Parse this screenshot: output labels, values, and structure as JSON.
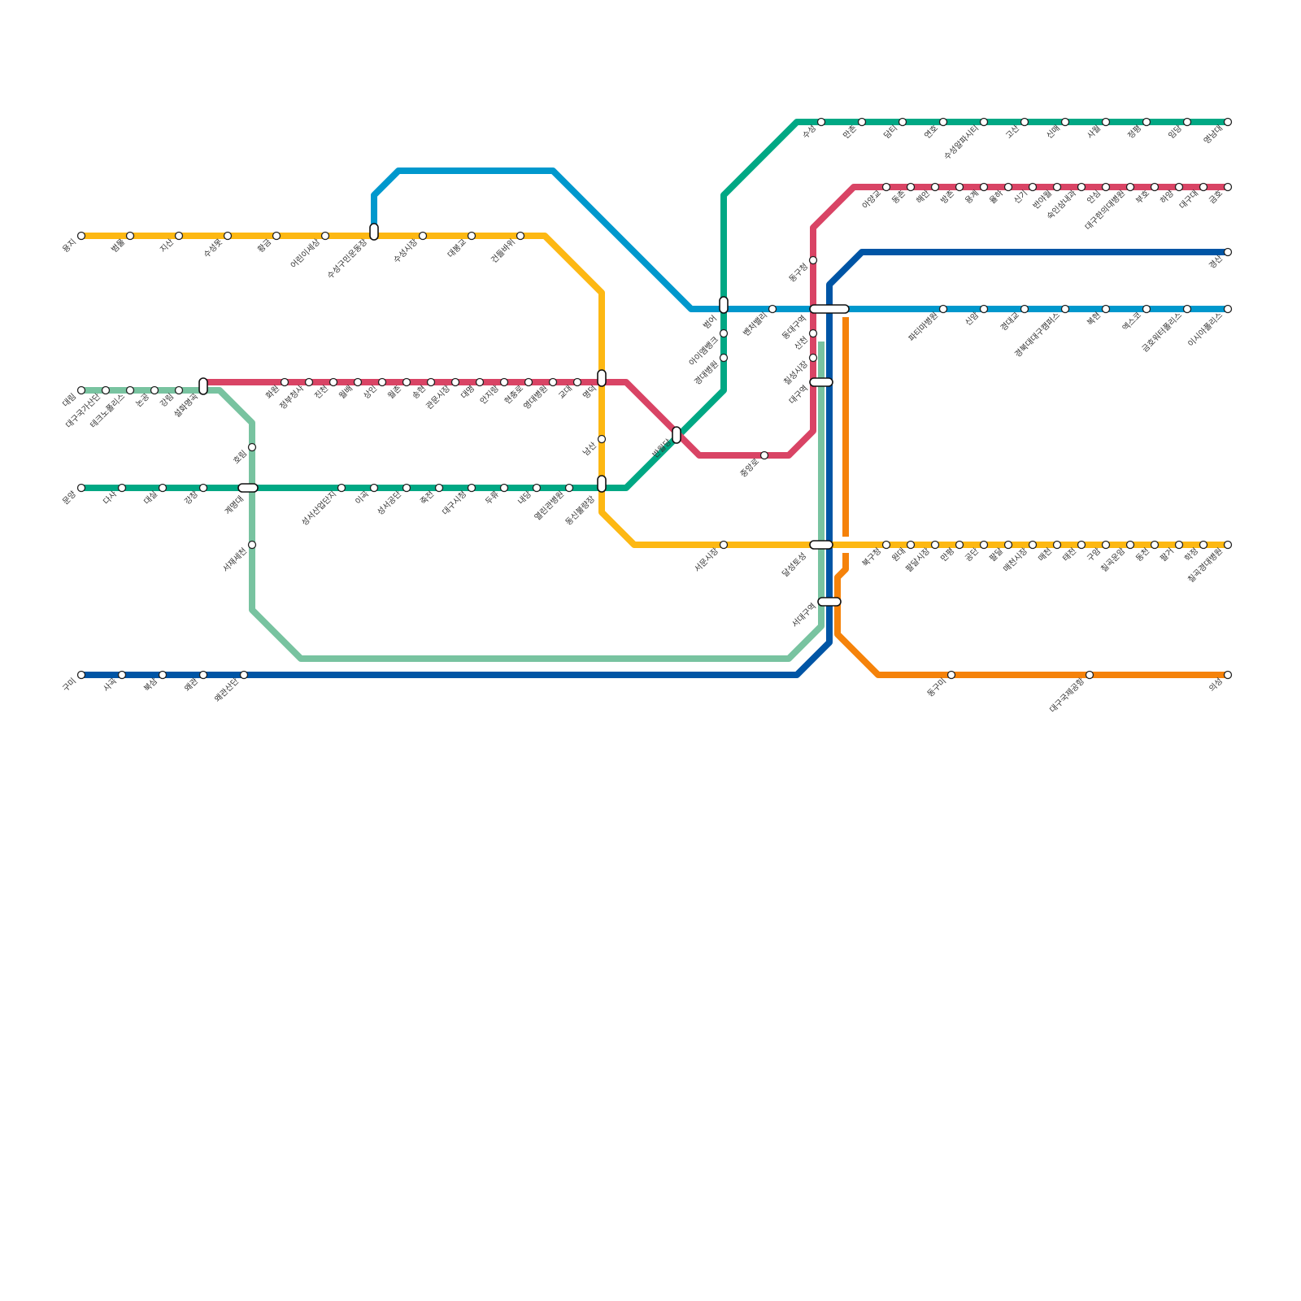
{
  "lines": [
    {
      "id": "line-1",
      "color": "#0055A5"
    },
    {
      "id": "line-2",
      "color": "#00A884"
    },
    {
      "id": "line-3",
      "color": "#FDB813"
    },
    {
      "id": "line-4",
      "color": "#D94465"
    },
    {
      "id": "line-5",
      "color": "#0098CD"
    },
    {
      "id": "line-6",
      "color": "#78C3A0"
    },
    {
      "id": "line-7",
      "color": "#F5820A"
    }
  ],
  "labels": {
    "l1": [
      "구미",
      "사곡",
      "북삼",
      "왜관",
      "왜관산단",
      "경산"
    ],
    "l2": [
      "수성",
      "만촌",
      "담티",
      "연호",
      "수성알파시티",
      "고산",
      "신매",
      "사월",
      "정평",
      "임당",
      "영남대",
      "범어",
      "아이엠뱅크",
      "경대병원",
      "반월당",
      "문양",
      "다사",
      "대실",
      "강창",
      "계명대",
      "성서산업단지",
      "이곡",
      "성서공단",
      "죽전",
      "대구시청",
      "두류",
      "내당",
      "열린관병원",
      "동신불량장"
    ],
    "l3": [
      "용지",
      "범물",
      "지산",
      "수성못",
      "황금",
      "어린이세상",
      "수성구민운동장",
      "수성시장",
      "대봉교",
      "건들바위",
      "남산",
      "서문시장",
      "달성토성",
      "북구청",
      "원대",
      "팔달시장",
      "만평",
      "공단",
      "팔달",
      "매천시장",
      "매천",
      "태전",
      "구암",
      "칠곡운암",
      "동천",
      "팔거",
      "학정",
      "칠곡경대병원"
    ],
    "l4": [
      "대림",
      "대구국가산단",
      "테크노폴리스",
      "논공",
      "강림",
      "설화명곡",
      "화원",
      "정부청사",
      "진천",
      "월배",
      "상인",
      "월촌",
      "송현",
      "관문시장",
      "대명",
      "안지랑",
      "현충로",
      "영대병원",
      "교대",
      "명덕",
      "동구청",
      "동대구역",
      "신천",
      "칠성시장",
      "대구역",
      "중앙로",
      "아양교",
      "동촌",
      "해안",
      "방촌",
      "용계",
      "율하",
      "신기",
      "반야월",
      "숙인삼내과",
      "안심",
      "대구한의대병원",
      "부호",
      "하양",
      "대구대",
      "금호"
    ],
    "l5": [
      "벤처밸리",
      "파티마병원",
      "신암",
      "경대교",
      "경북대대구캠퍼스",
      "복현",
      "엑스코",
      "금호워터폴리스",
      "이시아폴리스"
    ],
    "l6": [
      "호림",
      "서재세천",
      "서대구역"
    ],
    "l7": [
      "동구미",
      "대구국제공항",
      "의성"
    ]
  },
  "legend": []
}
